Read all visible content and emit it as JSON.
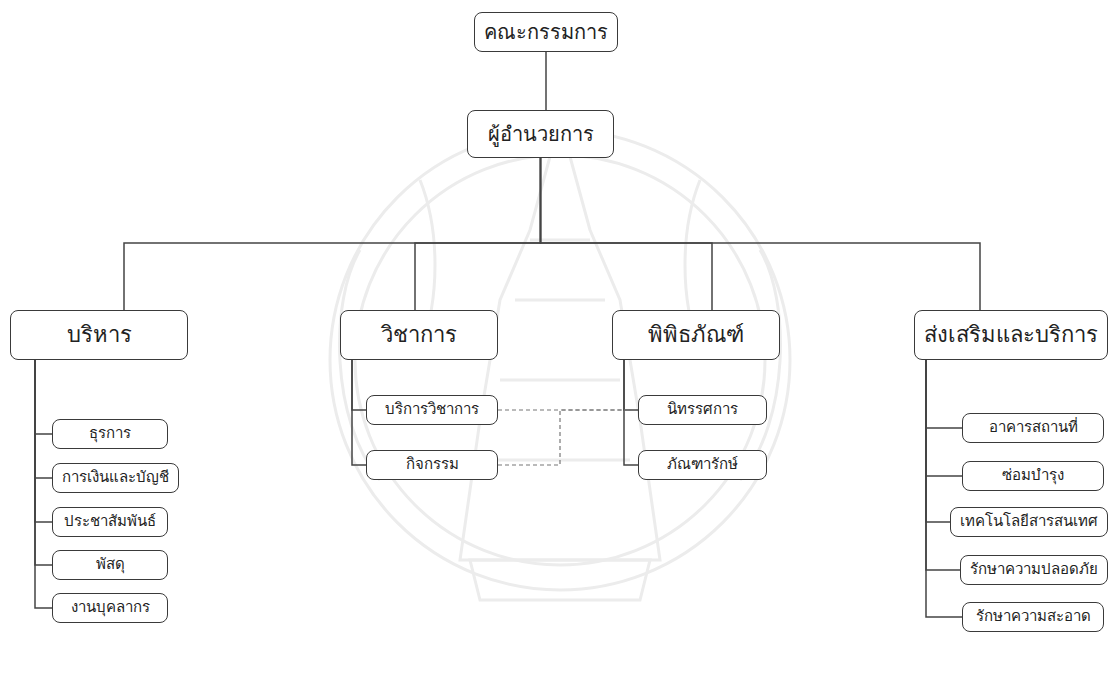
{
  "diagram": {
    "nodes": [
      {
        "text": [
          "คณะกรรมการ"
        ]
      },
      {
        "text": [
          "ผู้อำนวยการ"
        ]
      },
      {
        "text": [
          "บริหาร"
        ]
      },
      {
        "text": [
          "ธุรการ"
        ]
      },
      {
        "text": [
          "การเงินและบัญชี"
        ]
      },
      {
        "text": [
          "ประชาสัมพันธ์"
        ]
      },
      {
        "text": [
          "พัสดุ"
        ]
      },
      {
        "text": [
          "งานบุคลากร"
        ]
      },
      {
        "text": [
          "วิชาการ"
        ]
      },
      {
        "text": [
          "บริการวิชาการ"
        ]
      },
      {
        "text": [
          "กิจกรรม"
        ]
      },
      {
        "text": [
          "พิพิธภัณฑ์"
        ]
      },
      {
        "text": [
          "นิทรรศการ"
        ]
      },
      {
        "text": [
          "ภัณฑารักษ์"
        ]
      },
      {
        "text": [
          "ส่งเสริมและบริการ"
        ]
      },
      {
        "text": [
          "อาคารสถานที่"
        ]
      },
      {
        "text": [
          "ซ่อมบำรุง"
        ]
      },
      {
        "text": [
          "เทคโนโลยีสารสนเทศ"
        ]
      },
      {
        "text": [
          "รักษาความปลอดภัย"
        ]
      },
      {
        "text": [
          "รักษาความสะอาด"
        ]
      }
    ],
    "edges": [
      {
        "from": 0,
        "to": 1,
        "arrow": "none"
      },
      {
        "from": 1,
        "to": 2,
        "arrow": "none"
      },
      {
        "from": 1,
        "to": 8,
        "arrow": "none"
      },
      {
        "from": 1,
        "to": 11,
        "arrow": "none"
      },
      {
        "from": 1,
        "to": 14,
        "arrow": "none"
      },
      {
        "from": 2,
        "to": 3,
        "arrow": "none"
      },
      {
        "from": 2,
        "to": 4,
        "arrow": "none"
      },
      {
        "from": 2,
        "to": 5,
        "arrow": "none"
      },
      {
        "from": 2,
        "to": 6,
        "arrow": "none"
      },
      {
        "from": 2,
        "to": 7,
        "arrow": "none"
      },
      {
        "from": 8,
        "to": 9,
        "arrow": "none"
      },
      {
        "from": 8,
        "to": 10,
        "arrow": "none"
      },
      {
        "from": 11,
        "to": 12,
        "arrow": "none"
      },
      {
        "from": 11,
        "to": 13,
        "arrow": "none"
      },
      {
        "from": 14,
        "to": 15,
        "arrow": "none"
      },
      {
        "from": 14,
        "to": 16,
        "arrow": "none"
      },
      {
        "from": 14,
        "to": 17,
        "arrow": "none"
      },
      {
        "from": 14,
        "to": 18,
        "arrow": "none"
      },
      {
        "from": 14,
        "to": 19,
        "arrow": "none"
      },
      {
        "from": 9,
        "to": 12,
        "arrow": "none"
      },
      {
        "from": 10,
        "to": 12,
        "arrow": "none"
      }
    ]
  }
}
